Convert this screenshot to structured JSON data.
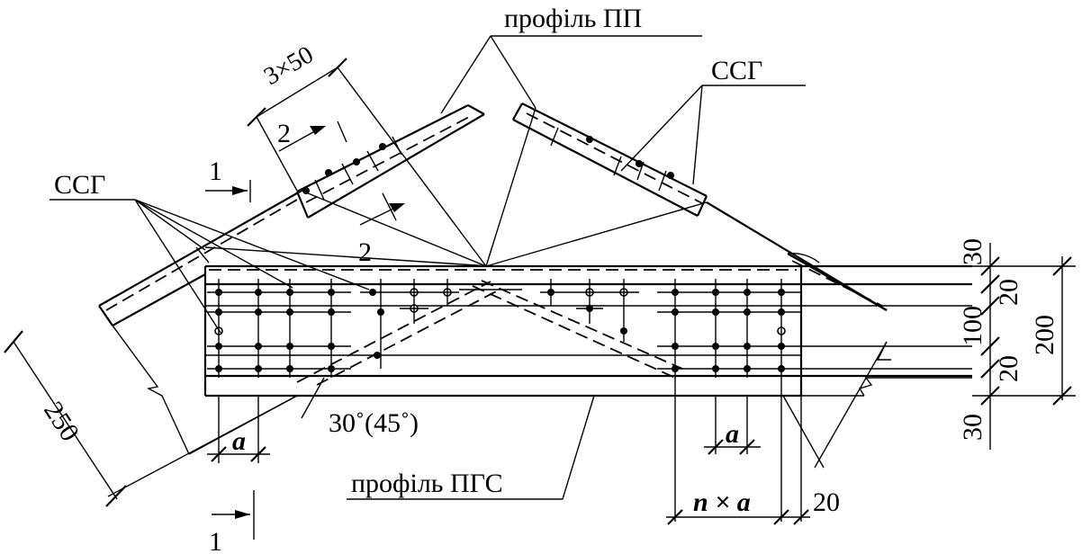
{
  "labels": {
    "profile_pp": "профіль ПП",
    "ssg_top_right": "ССГ",
    "ssg_left": "ССГ",
    "profile_pgs": "профіль ПГС",
    "spacing_3x50": "3×50",
    "section_1_top": "1",
    "section_1_bottom": "1",
    "section_2_top": "2",
    "section_2_bottom": "2",
    "angle": "30˚(45˚)",
    "a_left": "a",
    "a_right": "a",
    "n_times_a": "n × a",
    "dim_250": "250",
    "dim_20_bottom": "20",
    "dim_30_top": "30",
    "dim_20_a": "20",
    "dim_100": "100",
    "dim_20_b": "20",
    "dim_30_bottom": "30",
    "dim_200": "200"
  }
}
